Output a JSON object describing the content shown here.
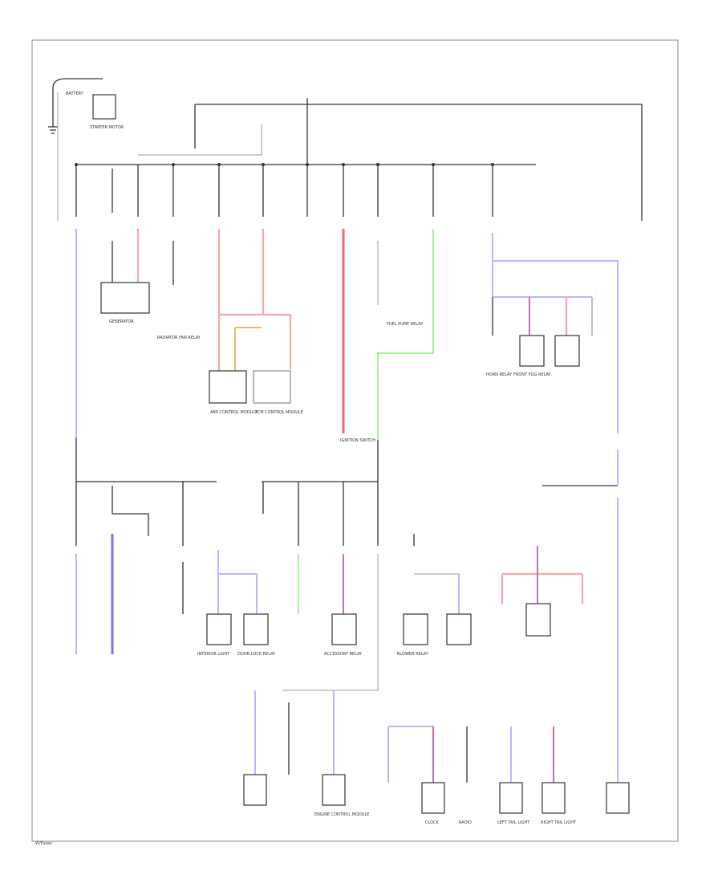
{
  "labels": {
    "battery": "BATTERY",
    "starter_motor": "STARTER MOTOR",
    "generator": "GENERATOR",
    "abs_control_module": "ABS CONTROL MODULE",
    "tcm": "TCM CONTROL MODULE",
    "radiator_fan_relay": "RADIATOR FAN RELAY",
    "blower_relay": "BLOWER RELAY",
    "accessory_relay": "ACCESSORY RELAY",
    "horn_relay": "HORN RELAY",
    "front_fog_relay": "FRONT FOG RELAY",
    "interior_light": "INTERIOR LIGHT",
    "door_lock_relay": "DOOR LOCK RELAY",
    "clock": "CLOCK",
    "radio": "RADIO",
    "left_tail_light": "LEFT TAIL LIGHT",
    "right_tail_light": "RIGHT TAIL LIGHT",
    "ignition_switch": "IGNITION SWITCH",
    "fuel_pump_relay": "FUEL PUMP RELAY",
    "engine_control_module": "ENGINE CONTROL MODULE",
    "page_ref": "W/Fuses"
  },
  "colors": {
    "wire_pink": "#f7a8a8",
    "wire_red": "#f06a6a",
    "wire_light_blue": "#b8b8ff",
    "wire_blue": "#7676f0",
    "wire_green": "#a9ee9a",
    "wire_orange": "#f3b760",
    "wire_purple": "#c070c0",
    "line_black": "#333333"
  }
}
